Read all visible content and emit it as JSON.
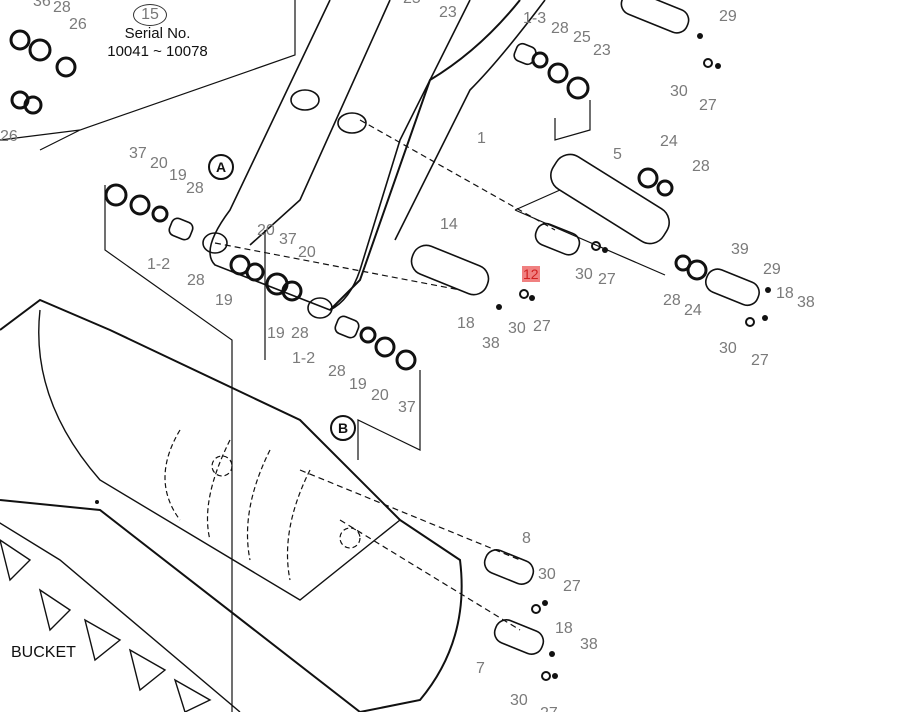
{
  "serial": {
    "ref": "15",
    "title": "Serial No.",
    "range": "10041 ~ 10078"
  },
  "callouts": {
    "a": "A",
    "b": "B"
  },
  "caption": "BUCKET",
  "highlight_color": "#f08080",
  "labels": [
    "36",
    "28",
    "26",
    "26",
    "25",
    "23",
    "1-3",
    "28",
    "25",
    "23",
    "29",
    "30",
    "27",
    "1",
    "5",
    "24",
    "28",
    "37",
    "20",
    "19",
    "28",
    "1-2",
    "14",
    "20",
    "37",
    "20",
    "28",
    "19",
    "19",
    "28",
    "1-2",
    "28",
    "19",
    "20",
    "37",
    "12",
    "30",
    "27",
    "39",
    "29",
    "18",
    "38",
    "28",
    "24",
    "18",
    "30",
    "27",
    "38",
    "30",
    "27",
    "8",
    "30",
    "27",
    "18",
    "38",
    "7",
    "30",
    "27"
  ]
}
